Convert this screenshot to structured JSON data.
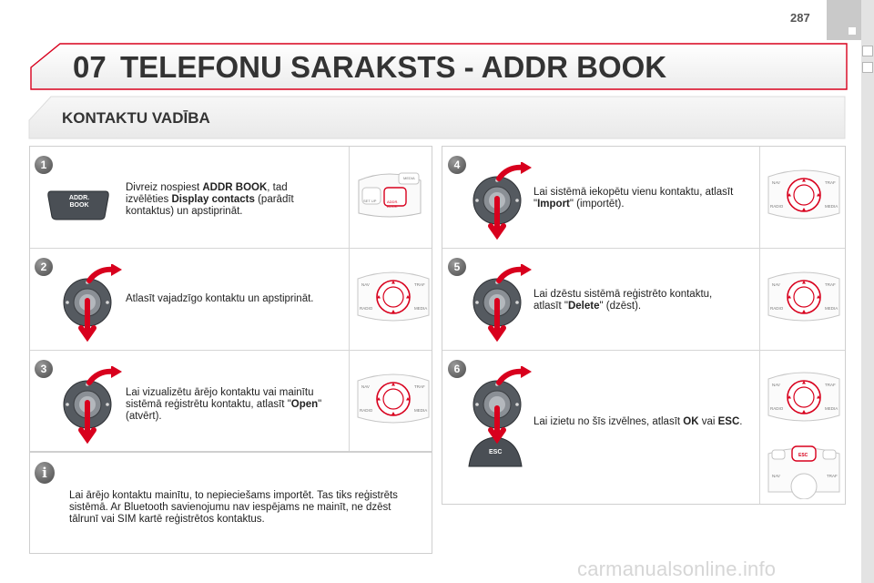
{
  "page_number": "287",
  "header": {
    "chapter": "07",
    "title": "TELEFONU SARAKSTS - ADDR BOOK"
  },
  "section_title": "KONTAKTU VADĪBA",
  "steps": [
    {
      "number": "1",
      "parts": [
        {
          "t": "Divreiz nospiest ",
          "b": false
        },
        {
          "t": "ADDR BOOK",
          "b": true
        },
        {
          "t": ", tad izvēlēties ",
          "b": false
        },
        {
          "t": "Display contacts",
          "b": true
        },
        {
          "t": " (parādīt kontaktus) un apstiprināt.",
          "b": false
        }
      ],
      "button_label_1": "ADDR.",
      "button_label_2": "BOOK",
      "panel_labels": [
        "MEDIA",
        "SET UP",
        "ADDR. BOOK"
      ]
    },
    {
      "number": "2",
      "parts": [
        {
          "t": "Atlasīt vajadzīgo kontaktu un apstiprināt.",
          "b": false
        }
      ]
    },
    {
      "number": "3",
      "parts": [
        {
          "t": "Lai vizualizētu ārējo kontaktu vai mainītu sistēmā reģistrētu kontaktu, atlasīt \"",
          "b": false
        },
        {
          "t": "Open",
          "b": true
        },
        {
          "t": "\" (atvērt).",
          "b": false
        }
      ]
    },
    {
      "number": "4",
      "parts": [
        {
          "t": "Lai sistēmā iekopētu vienu kontaktu, atlasīt \"",
          "b": false
        },
        {
          "t": "Import",
          "b": true
        },
        {
          "t": "\" (importēt).",
          "b": false
        }
      ]
    },
    {
      "number": "5",
      "parts": [
        {
          "t": "Lai dzēstu sistēmā reģistrēto kontaktu, atlasīt \"",
          "b": false
        },
        {
          "t": "Delete",
          "b": true
        },
        {
          "t": "\" (dzēst).",
          "b": false
        }
      ]
    },
    {
      "number": "6",
      "parts": [
        {
          "t": "Lai izietu no šīs izvēlnes, atlasīt ",
          "b": false
        },
        {
          "t": "OK",
          "b": true
        },
        {
          "t": " vai ",
          "b": false
        },
        {
          "t": "ESC",
          "b": true
        },
        {
          "t": ".",
          "b": false
        }
      ],
      "button_label": "ESC"
    }
  ],
  "control_labels": {
    "nav": "NAV",
    "traf": "TRAF",
    "radio": "RADIO",
    "media": "MEDIA",
    "esc": "ESC"
  },
  "info": {
    "icon": "info-icon",
    "badge": "i",
    "text": "Lai ārējo kontaktu mainītu, to nepieciešams importēt. Tas tiks reģistrēts sistēmā. Ar Bluetooth savienojumu nav iespējams ne mainīt, ne dzēst tālrunī vai SIM kartē reģistrētos kontaktus."
  },
  "watermark": "carmanualsonline.info",
  "colors": {
    "accent": "#d8001d",
    "badge": "#5a5a5a",
    "panel_border": "#cfcfcf"
  }
}
